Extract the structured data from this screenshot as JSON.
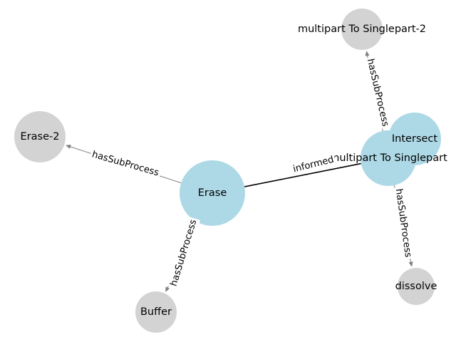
{
  "colors": {
    "main_node": "#add8e6",
    "sub_node": "#d3d3d3",
    "main_edge": "#000000",
    "sub_edge": "#808080",
    "background": "#ffffff"
  },
  "nodes": [
    {
      "id": "erase",
      "label": "Erase",
      "kind": "main"
    },
    {
      "id": "intersect",
      "label": "Intersect",
      "kind": "main"
    },
    {
      "id": "m2s",
      "label": "multipart To Singlepart",
      "kind": "main"
    },
    {
      "id": "erase2",
      "label": "Erase-2",
      "kind": "sub"
    },
    {
      "id": "buffer",
      "label": "Buffer",
      "kind": "sub"
    },
    {
      "id": "m2s2",
      "label": "multipart To Singlepart-2",
      "kind": "sub"
    },
    {
      "id": "dissolve",
      "label": "dissolve",
      "kind": "sub"
    }
  ],
  "edges": [
    {
      "id": "e-erase-m2s",
      "from": "erase",
      "to": "m2s",
      "label": "informed",
      "kind": "main"
    },
    {
      "id": "e-erase-erase2",
      "from": "erase",
      "to": "erase2",
      "label": "hasSubProcess",
      "kind": "sub"
    },
    {
      "id": "e-erase-buffer",
      "from": "erase",
      "to": "buffer",
      "label": "hasSubProcess",
      "kind": "sub"
    },
    {
      "id": "e-m2s-m2s2",
      "from": "m2s",
      "to": "m2s2",
      "label": "hasSubProcess",
      "kind": "sub"
    },
    {
      "id": "e-m2s-dissolve",
      "from": "m2s",
      "to": "dissolve",
      "label": "hasSubProcess",
      "kind": "sub"
    }
  ]
}
